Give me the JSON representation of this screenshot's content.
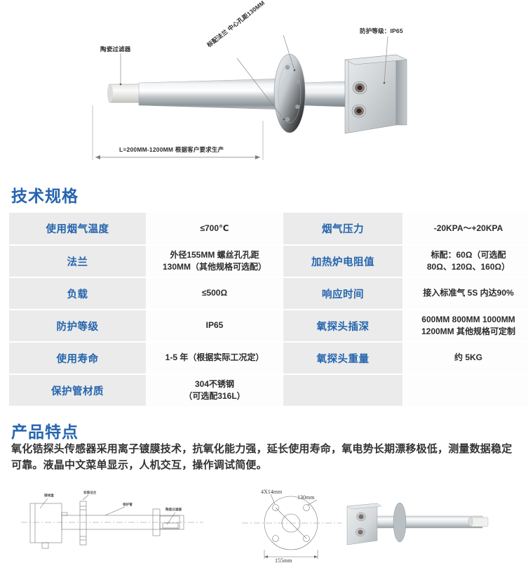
{
  "hero": {
    "annotations": {
      "ceramic_filter": "陶瓷过滤器",
      "flange": "标配法兰 中心孔距130MM",
      "protection_rating": "防护等级：IP65",
      "length": "L=200MM-1200MM  根据客户要求生产"
    }
  },
  "spec_section": {
    "title": "技术规格",
    "rows": [
      {
        "label1": "使用烟气温度",
        "value1": "≤700℃",
        "label2": "烟气压力",
        "value2": "-20KPA～+20KPA"
      },
      {
        "label1": "法兰",
        "value1": "外径155MM 螺丝孔孔距\n130MM（其他规格可选配）",
        "label2": "加热炉电阻值",
        "value2": "标配：60Ω（可选配\n80Ω、120Ω、160Ω）"
      },
      {
        "label1": "负载",
        "value1": "≤500Ω",
        "label2": "响应时间",
        "value2": "接入标准气 5S 内达90%"
      },
      {
        "label1": "防护等级",
        "value1": "IP65",
        "label2": "氧探头插深",
        "value2": "600MM 800MM 1000MM\n1200MM 其他规格可定制"
      },
      {
        "label1": "使用寿命",
        "value1": "1-5 年（根据实际工况定）",
        "label2": "氧探头重量",
        "value2": "约 5KG"
      },
      {
        "label1": "保护管材质",
        "value1": "304不锈钢\n（可选配316L）",
        "label2": "",
        "value2": ""
      }
    ]
  },
  "features_section": {
    "title": "产品特点",
    "body": "氧化锆探头传感器采用离子镀膜技术，抗氧化能力强，延长使用寿命，氧电势长期漂移极低，测量数据稳定可靠。液晶中文菜单显示，人机交互，操作调试简便。"
  },
  "drawing": {
    "labels": {
      "junction_box": "接线盒",
      "mounting_flange": "安装法兰",
      "protection_tube": "保护管",
      "ceramic_filter": "陶瓷过滤器"
    },
    "dimensions": {
      "holes": "4X14mm",
      "bolt_circle": "130mm",
      "outer_diameter": "155mm"
    }
  },
  "colors": {
    "heading_blue": "#2565ae",
    "label_blue": "#2565ae",
    "label_bg": "#ebebeb",
    "value_bg": "#fdfdfd"
  }
}
